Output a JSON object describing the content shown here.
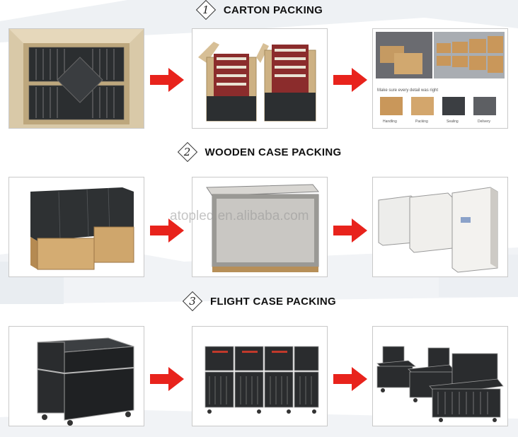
{
  "sections": [
    {
      "number": "1",
      "title": "CARTON PACKING"
    },
    {
      "number": "2",
      "title": "WOODEN CASE PACKING"
    },
    {
      "number": "3",
      "title": "FLIGHT CASE PACKING"
    }
  ],
  "watermark": "atopled.en.alibaba.com",
  "carton_detail": {
    "heading": "Make sure every detail was right",
    "steps": [
      "Handling",
      "Packing",
      "Sealing",
      "Delivery"
    ]
  },
  "colors": {
    "arrow": "#e8231c",
    "frame_border": "#c9c9c9",
    "title": "#111111"
  },
  "icons": {
    "arrow": "red-right-arrow-icon",
    "badge": "diamond-number-badge"
  }
}
